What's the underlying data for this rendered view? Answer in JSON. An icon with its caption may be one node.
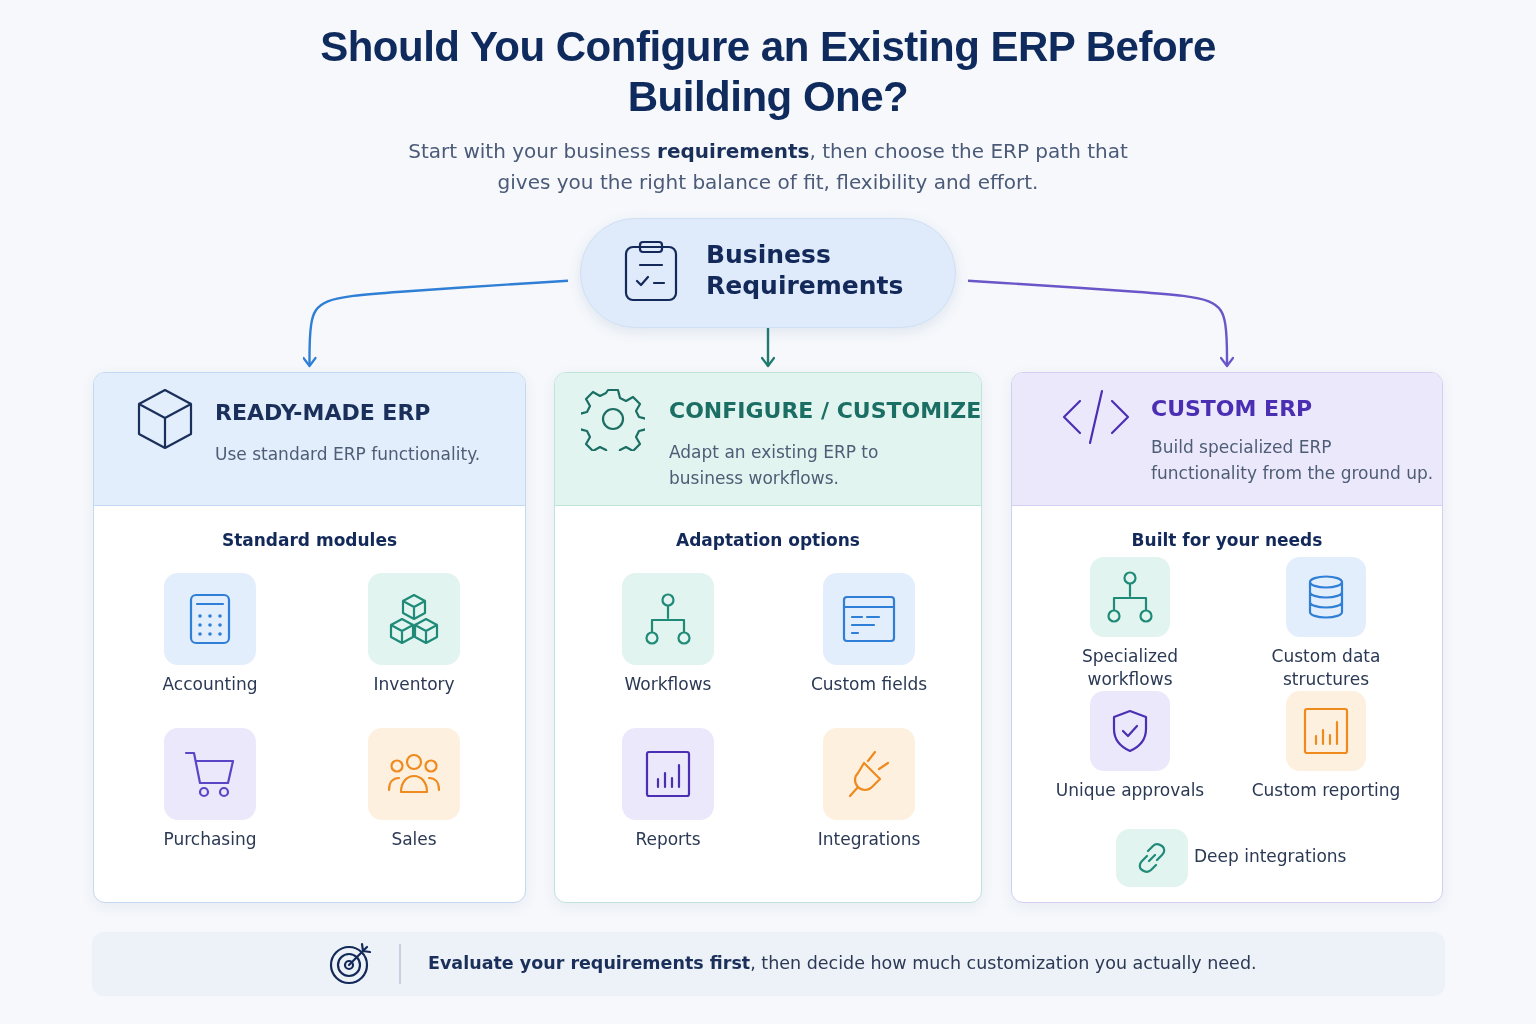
{
  "diagram": {
    "title": "Should You Configure an Existing ERP Before Building One?",
    "nodes": [
      {
        "text": [
          "Business Requirements"
        ]
      },
      {
        "text": [
          "READY-MADE ERP",
          "Use standard ERP functionality.",
          "Standard modules"
        ]
      },
      {
        "text": [
          "Accounting"
        ],
        "in": 1
      },
      {
        "text": [
          "Inventory"
        ],
        "in": 1
      },
      {
        "text": [
          "Purchasing"
        ],
        "in": 1
      },
      {
        "text": [
          "Sales"
        ],
        "in": 1
      },
      {
        "text": [
          "CONFIGURE / CUSTOMIZE",
          "Adapt an existing ERP to business workflows.",
          "Adaptation options"
        ]
      },
      {
        "text": [
          "Workflows"
        ],
        "in": 6
      },
      {
        "text": [
          "Custom fields"
        ],
        "in": 6
      },
      {
        "text": [
          "Reports"
        ],
        "in": 6
      },
      {
        "text": [
          "Integrations"
        ],
        "in": 6
      },
      {
        "text": [
          "CUSTOM ERP",
          "Build specialized ERP functionality from the ground up.",
          "Built for your needs"
        ]
      },
      {
        "text": [
          "Specialized workflows"
        ],
        "in": 11
      },
      {
        "text": [
          "Custom data structures"
        ],
        "in": 11
      },
      {
        "text": [
          "Unique approvals"
        ],
        "in": 11
      },
      {
        "text": [
          "Custom reporting"
        ],
        "in": 11
      },
      {
        "text": [
          "Deep integrations"
        ],
        "in": 11
      },
      {
        "text": [
          "**Evaluate your requirements first**, then decide how much customization you actually need."
        ]
      }
    ],
    "edges": [
      {
        "from": 0,
        "to": 1,
        "arrow": "to",
        "color": "#2f7fd6"
      },
      {
        "from": 0,
        "to": 6,
        "arrow": "to",
        "color": "#1f7a6e"
      },
      {
        "from": 0,
        "to": 11,
        "arrow": "to",
        "color": "#6a55c9"
      }
    ],
    "labels": [
      "Start with your business **requirements**, then choose the ERP path that gives you the right balance of fit, flexibility and effort."
    ]
  }
}
